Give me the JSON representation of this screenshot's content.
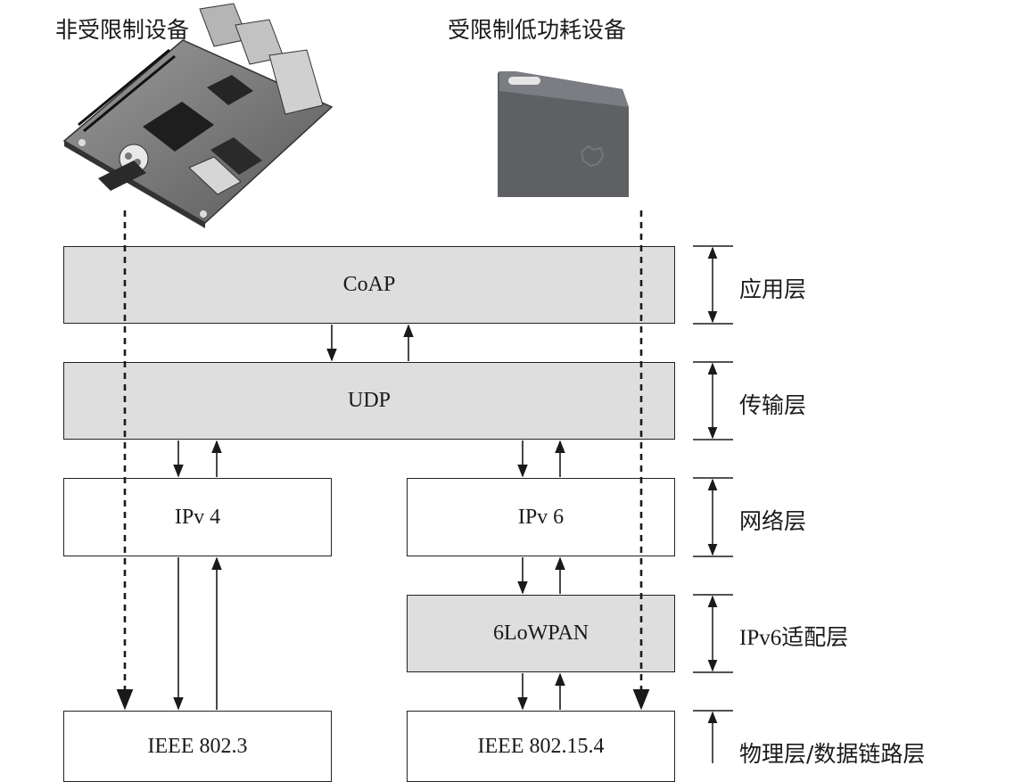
{
  "devices": {
    "unconstrained": "非受限制设备",
    "constrained": "受限制低功耗设备"
  },
  "protocols": {
    "coap": "CoAP",
    "udp": "UDP",
    "ipv4": "IPv 4",
    "ipv6": "IPv 6",
    "sixlowpan": "6LoWPAN",
    "ieee8023": "IEEE 802.3",
    "ieee802154": "IEEE 802.15.4"
  },
  "layers": {
    "application": "应用层",
    "transport": "传输层",
    "network": "网络层",
    "adaptation_prefix": "IPv6",
    "adaptation_suffix": "适配层",
    "physical_datalink": "物理层/数据链路层"
  },
  "colors": {
    "shaded_box": "#dedede",
    "line": "#222222",
    "device_gray": "#5e6064"
  }
}
